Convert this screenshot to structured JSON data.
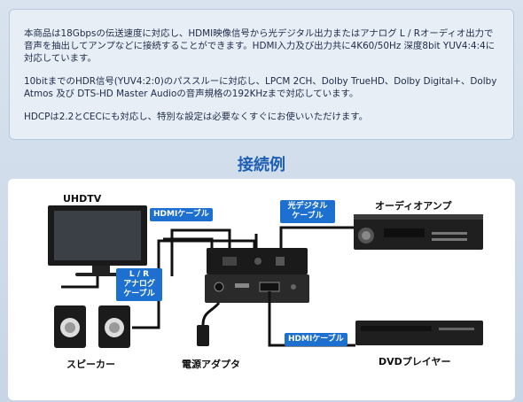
{
  "description": {
    "para1": "本商品は18Gbpsの伝送速度に対応し、HDMI映像信号から光デジタル出力またはアナログ L / Rオーディオ出力で音声を抽出してアンプなどに接続することができます。HDMI入力及び出力共に4K60/50Hz 深度8bit YUV4:4:4に対応しています。",
    "para2": "10bitまでのHDR信号(YUV4:2:0)のパススルーに対応し、LPCM 2CH、Dolby TrueHD、Dolby Digital+、Dolby Atmos 及び DTS-HD Master Audioの音声規格の192KHzまで対応しています。",
    "para3": "HDCPは2.2とCECにも対応し、特別な設定は必要なくすぐにお使いいただけます。"
  },
  "section_title": "接続例",
  "devices": {
    "tv": "UHDTV",
    "amp": "オーディオアンプ",
    "speaker": "スピーカー",
    "adapter": "電源アダプタ",
    "dvd": "DVDプレイヤー"
  },
  "cables": {
    "hdmi_top": "HDMIケーブル",
    "optical_line1": "光デジタル",
    "optical_line2": "ケーブル",
    "analog_line1": "L / R",
    "analog_line2": "アナログ",
    "analog_line3": "ケーブル",
    "hdmi_bottom": "HDMIケーブル"
  },
  "colors": {
    "accent": "#1e5fb3",
    "tag": "#1d6fd0"
  }
}
